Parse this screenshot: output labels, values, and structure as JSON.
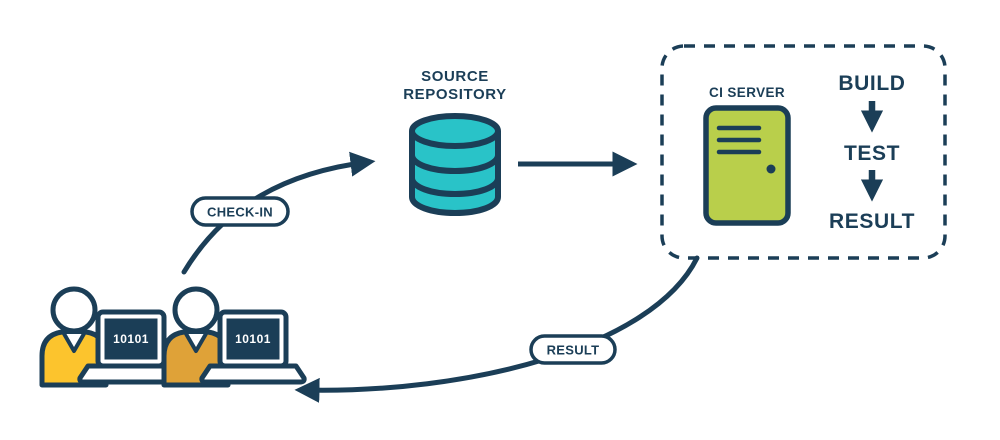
{
  "diagram": {
    "repository": {
      "label_line1": "SOURCE",
      "label_line2": "REPOSITORY"
    },
    "server": {
      "label": "CI SERVER"
    },
    "pipeline": {
      "steps": [
        "BUILD",
        "TEST",
        "RESULT"
      ]
    },
    "flow": {
      "check_in_label": "CHECK-IN",
      "result_label": "RESULT"
    },
    "developers": {
      "screen_text": "10101"
    },
    "colors": {
      "outline_navy": "#1b3e57",
      "repository_teal": "#29c3c8",
      "server_green": "#b9cf4b",
      "shirt_yellow": "#fcc42d",
      "shirt_amber": "#dfa238",
      "background": "#ffffff"
    }
  }
}
